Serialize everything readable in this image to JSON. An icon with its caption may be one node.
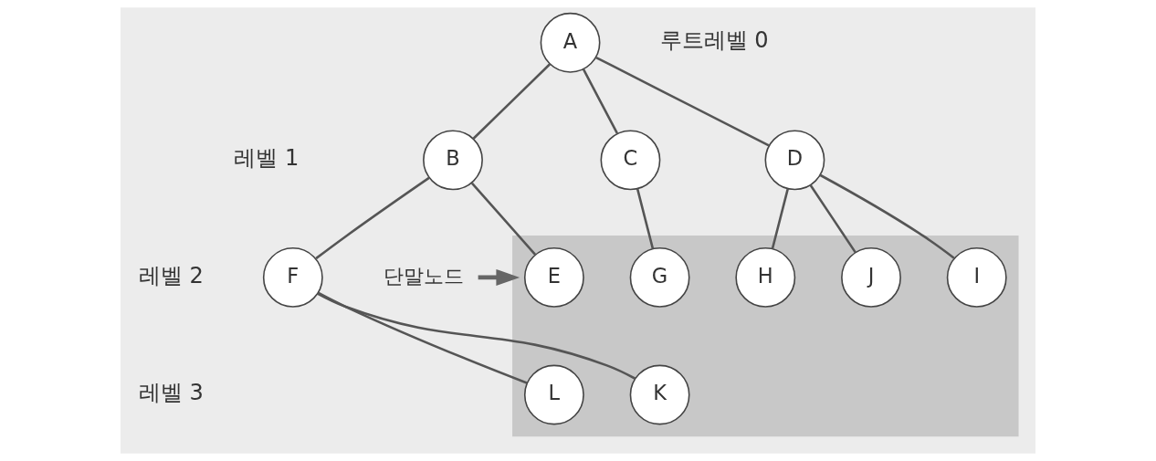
{
  "diagram": {
    "nodes": [
      {
        "text": [
          "A"
        ]
      },
      {
        "text": [
          "B"
        ]
      },
      {
        "text": [
          "C"
        ]
      },
      {
        "text": [
          "D"
        ]
      },
      {
        "text": [],
        "shape": "box"
      },
      {
        "text": [
          "E"
        ],
        "in": 4
      },
      {
        "text": [
          "F"
        ]
      },
      {
        "text": [
          "G"
        ],
        "in": 4
      },
      {
        "text": [
          "H"
        ],
        "in": 4
      },
      {
        "text": [
          "I"
        ],
        "in": 4
      },
      {
        "text": [
          "J"
        ],
        "in": 4
      },
      {
        "text": [
          "K"
        ],
        "in": 4
      },
      {
        "text": [
          "L"
        ],
        "in": 4
      },
      {
        "text": [
          "단말노드"
        ]
      }
    ],
    "edges": [
      {
        "from": 0,
        "to": 1,
        "arrow": "none"
      },
      {
        "from": 0,
        "to": 2,
        "arrow": "none"
      },
      {
        "from": 0,
        "to": 3,
        "arrow": "none"
      },
      {
        "from": 1,
        "to": 5,
        "arrow": "none"
      },
      {
        "from": 1,
        "to": 6,
        "arrow": "none"
      },
      {
        "from": 2,
        "to": 7,
        "arrow": "none"
      },
      {
        "from": 3,
        "to": 8,
        "arrow": "none"
      },
      {
        "from": 3,
        "to": 9,
        "arrow": "none"
      },
      {
        "from": 3,
        "to": 10,
        "arrow": "none"
      },
      {
        "from": 6,
        "to": 11,
        "arrow": "none"
      },
      {
        "from": 6,
        "to": 12,
        "arrow": "none"
      },
      {
        "from": 13,
        "to": 4,
        "arrow": "to",
        "style": "thick",
        "color": "#666666"
      }
    ],
    "labels": [
      "루트레벨 0",
      "레벨 1",
      "레벨 2",
      "레벨 3"
    ]
  }
}
